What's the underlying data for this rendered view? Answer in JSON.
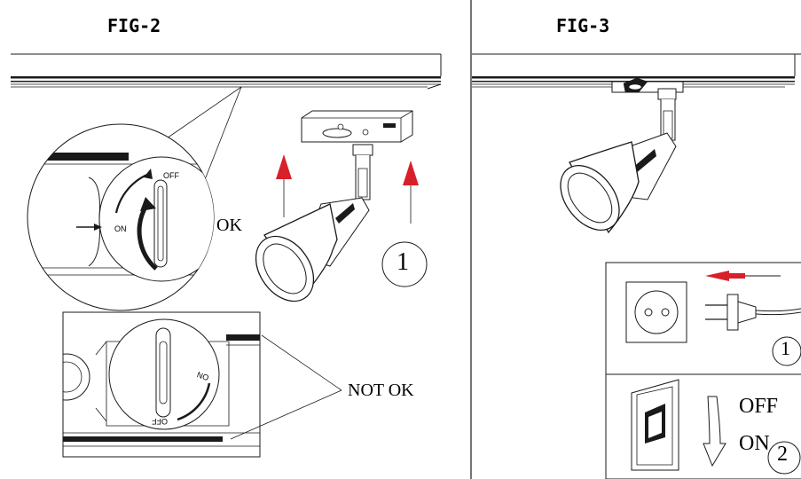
{
  "fig2": {
    "title": "FIG-2",
    "ok_label": "OK",
    "not_ok_label": "NOT OK",
    "step_number": "1",
    "dial_top": {
      "off_label": "OFF",
      "on_label": "ON"
    },
    "dial_bottom": {
      "on_label": "ON",
      "off_label": "OFF"
    }
  },
  "fig3": {
    "title": "FIG-3",
    "step1_number": "1",
    "step2_number": "2",
    "switch_off_label": "OFF",
    "switch_on_label": "ON"
  },
  "colors": {
    "arrow_red": "#d8202a",
    "line": "#1a1a1a"
  }
}
